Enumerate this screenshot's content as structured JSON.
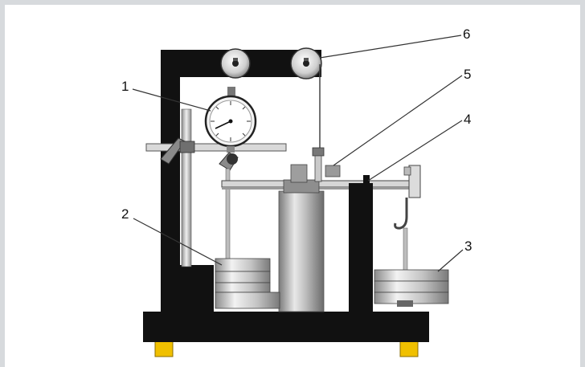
{
  "figure": {
    "labels": [
      {
        "id": "1",
        "text": "1",
        "part": "dial-indicator"
      },
      {
        "id": "2",
        "text": "2",
        "part": "loading-weights"
      },
      {
        "id": "3",
        "text": "3",
        "part": "counterweight-weights"
      },
      {
        "id": "4",
        "text": "4",
        "part": "lever-beam"
      },
      {
        "id": "5",
        "text": "5",
        "part": "load-cell-rod"
      },
      {
        "id": "6",
        "text": "6",
        "part": "pulley"
      }
    ]
  },
  "colors": {
    "frame": "#111111",
    "steel_light": "#e6e6e6",
    "steel_mid": "#b5b5b5",
    "steel_dark": "#707070",
    "feet": "#f0c000",
    "border": "#d7dadd"
  }
}
